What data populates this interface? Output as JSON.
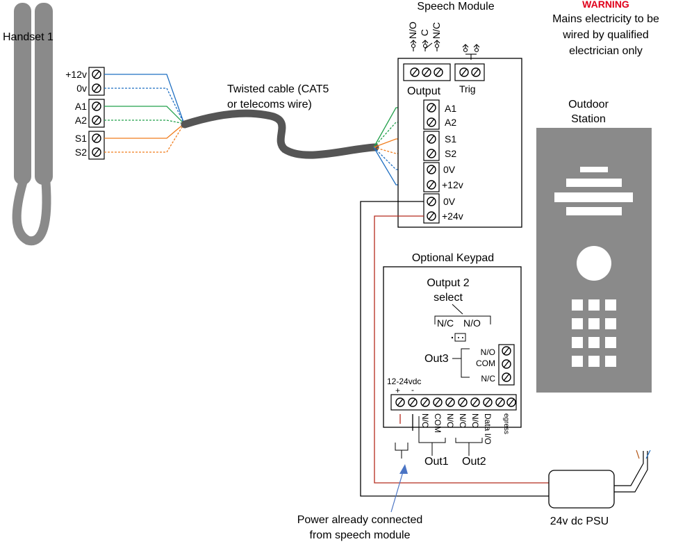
{
  "handset": {
    "title": "Handset 1",
    "terminals": [
      "+12v",
      "0v",
      "A1",
      "A2",
      "S1",
      "S2"
    ]
  },
  "cable": {
    "label_line1": "Twisted cable (CAT5",
    "label_line2": "or telecoms wire)"
  },
  "speech_module": {
    "title": "Speech Module",
    "relay_labels": [
      "N/O",
      "C",
      "N/C"
    ],
    "output_label": "Output",
    "trig_label": "Trig",
    "terminals": [
      "A1",
      "A2",
      "S1",
      "S2",
      "0V",
      "+12v",
      "0V",
      "+24v"
    ]
  },
  "warning": {
    "title": "WARNING",
    "line1": "Mains electricity to be",
    "line2": "wired by qualified",
    "line3": "electrician only"
  },
  "outdoor_station": {
    "line1": "Outdoor",
    "line2": "Station"
  },
  "keypad": {
    "title": "Optional Keypad",
    "output2_line1": "Output 2",
    "output2_line2": "select",
    "jumper_nc": "N/C",
    "jumper_no": "N/O",
    "out3_label": "Out3",
    "out3_terminals": [
      "N/O",
      "COM",
      "N/C"
    ],
    "supply_label": "12-24vdc",
    "plus": "+",
    "minus": "-",
    "bottom_terminals": [
      "N/C",
      "COM",
      "N/O",
      "N/C",
      "N/O",
      "Data I/O",
      "egress"
    ],
    "out1_label": "Out1",
    "out2_label": "Out2"
  },
  "psu": {
    "label": "24v dc PSU"
  },
  "note": {
    "line1": "Power already connected",
    "line2": "from speech module"
  },
  "colors": {
    "blue": "#1f6fc2",
    "green": "#22a04b",
    "orange": "#f07c1c",
    "red": "#b52a1c",
    "black": "#000000",
    "cable": "#555555",
    "handset": "#8a8a8a",
    "station": "#8a8a8a",
    "warning": "#e0001b",
    "arrow": "#4a74c4"
  }
}
